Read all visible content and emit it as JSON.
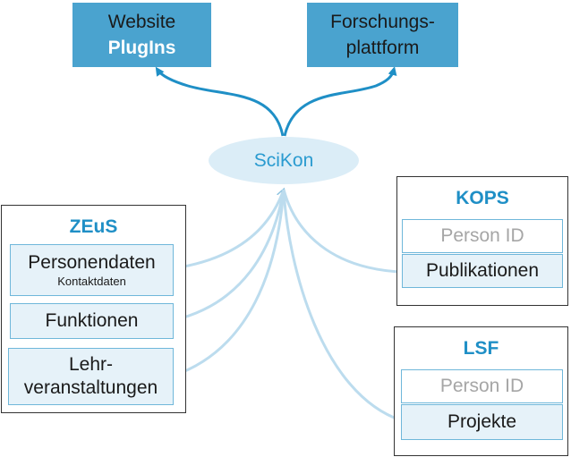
{
  "top": {
    "website": {
      "line1": "Website",
      "line2": "PlugIns"
    },
    "forschung": {
      "line1": "Forschungs-",
      "line2": "plattform"
    }
  },
  "hub": {
    "label": "SciKon"
  },
  "zeus": {
    "title": "ZEuS",
    "personendaten": "Personendaten",
    "kontaktdaten": "Kontaktdaten",
    "funktionen": "Funktionen",
    "lehr_line1": "Lehr-",
    "lehr_line2": "veranstaltungen"
  },
  "kops": {
    "title": "KOPS",
    "person_id": "Person ID",
    "publikationen": "Publikationen"
  },
  "lsf": {
    "title": "LSF",
    "person_id": "Person ID",
    "projekte": "Projekte"
  },
  "colors": {
    "accent": "#4aa3cf",
    "title_blue": "#1f8fc6",
    "hub_fill": "#dbedf7",
    "item_fill": "#e6f2f9",
    "connector": "#1f8fc6"
  }
}
